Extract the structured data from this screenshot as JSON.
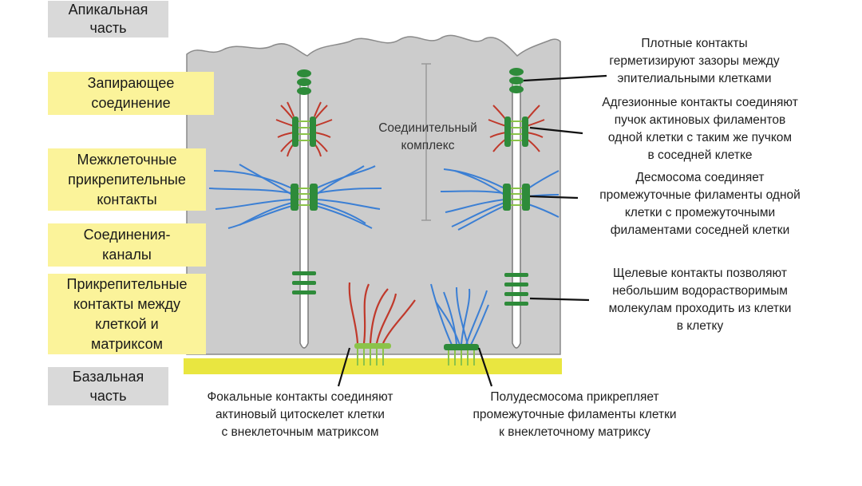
{
  "colors": {
    "cell": "#cccccc",
    "cell_outline": "#8a8a8a",
    "membrane_white": "#ffffff",
    "junction_green": "#2e8b3a",
    "actin_red": "#c0392b",
    "intermediate_blue": "#3b7fd4",
    "basal_lamina": "#e9e640",
    "label_yellow": "#fbf39a",
    "label_gray": "#d9d9d9"
  },
  "regions": {
    "apical": "Апикальная\nчасть",
    "basal": "Базальная\nчасть"
  },
  "left_labels": [
    {
      "id": "tight",
      "text": "Запирающее\nсоединение"
    },
    {
      "id": "anchoring",
      "text": "Межклеточные\nприкрепительные\nконтакты"
    },
    {
      "id": "channels",
      "text": "Соединения-\nканалы"
    },
    {
      "id": "matrix",
      "text": "Прикрепительные\nконтакты между\nклеткой и\nматриксом"
    }
  ],
  "center_label": "Соединительный\nкомплекс",
  "right_notes": [
    {
      "id": "tight-note",
      "lines": [
        "Плотные контакты",
        "герметизируют зазоры между",
        "эпителиальными клетками"
      ]
    },
    {
      "id": "adherens-note",
      "lines": [
        "Адгезионные контакты соединяют",
        "пучок актиновых филаментов",
        "одной клетки с таким же пучком",
        "в соседней клетке"
      ]
    },
    {
      "id": "desmosome-note",
      "lines": [
        "Десмосома соединяет",
        "промежуточные филаменты одной",
        "клетки с промежуточными",
        "филаментами соседней клетки"
      ]
    },
    {
      "id": "gap-note",
      "lines": [
        "Щелевые контакты позволяют",
        "небольшим водорастворимым",
        "молекулам проходить из клетки",
        "в клетку"
      ]
    }
  ],
  "bottom_notes": [
    {
      "id": "focal-note",
      "lines": [
        "Фокальные контакты соединяют",
        "актиновый цитоскелет клетки",
        "с внеклеточным матриксом"
      ]
    },
    {
      "id": "hemidesmosome-note",
      "lines": [
        "Полудесмосома прикрепляет",
        "промежуточные филаменты клетки",
        "к внеклеточному матриксу"
      ]
    }
  ]
}
